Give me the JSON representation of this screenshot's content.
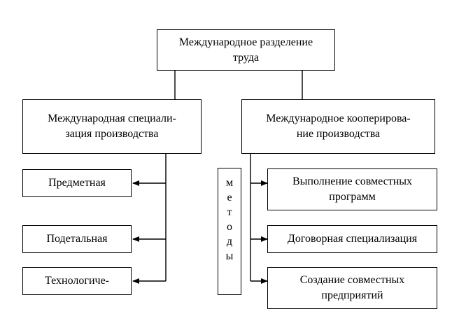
{
  "root": {
    "text": "Международное разделение\nтруда"
  },
  "left_branch": {
    "title": "Международная специали-\nзация производства",
    "items": [
      "Предметная",
      "Подетальная",
      "Технологиче-"
    ]
  },
  "right_branch": {
    "title": "Международное кооперирова-\nние производства",
    "items": [
      "Выполнение совместных\nпрограмм",
      "Договорная специализация",
      "Создание совместных\nпредприятий"
    ]
  },
  "methods_label": [
    "м",
    "е",
    "т",
    "о",
    "д",
    "ы"
  ],
  "colors": {
    "line": "#000000",
    "background": "#ffffff"
  }
}
